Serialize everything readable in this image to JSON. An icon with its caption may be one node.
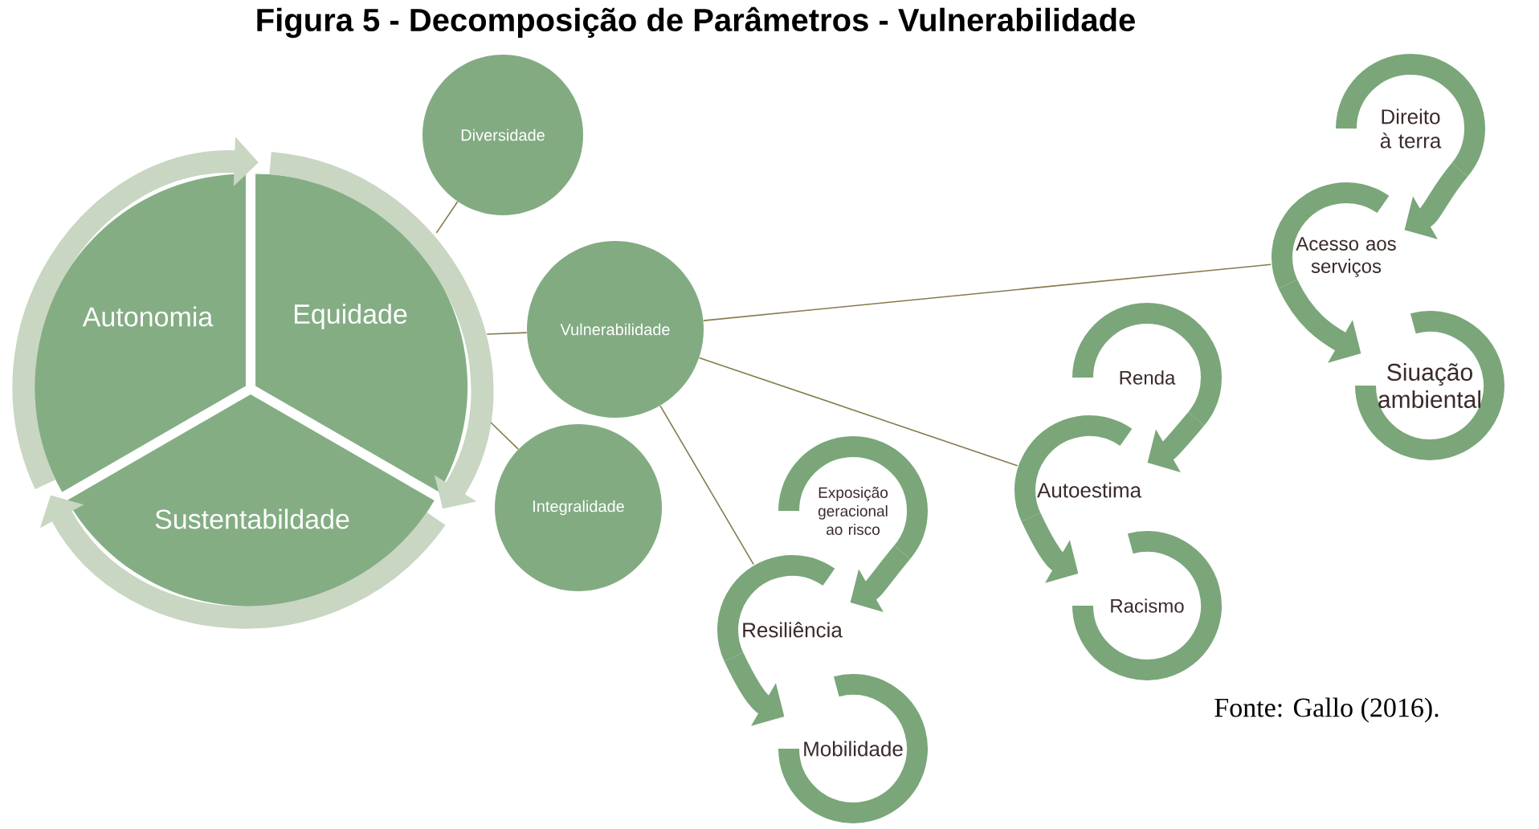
{
  "diagram": {
    "title": "Figura 5 - Decomposição de Parâmetros - Vulnerabilidade",
    "caption": "Fonte: Gallo (2016).",
    "nodes": [
      {
        "text": [
          "Autonomia"
        ]
      },
      {
        "text": [
          "Equidade"
        ]
      },
      {
        "text": [
          "Sustentabildade"
        ]
      },
      {
        "text": [
          "Diversidade"
        ]
      },
      {
        "text": [
          "Vulnerabilidade"
        ]
      },
      {
        "text": [
          "Integralidade"
        ]
      },
      {
        "text": [
          "Direito à terra"
        ]
      },
      {
        "text": [
          "Acesso aos serviços"
        ]
      },
      {
        "text": [
          "Siuação ambiental"
        ]
      },
      {
        "text": [
          "Renda"
        ]
      },
      {
        "text": [
          "Autoestima"
        ]
      },
      {
        "text": [
          "Racismo"
        ]
      },
      {
        "text": [
          "Exposição geracional ao risco"
        ]
      },
      {
        "text": [
          "Resiliência"
        ]
      },
      {
        "text": [
          "Mobilidade"
        ]
      }
    ],
    "edges": [
      {
        "from": 0,
        "to": 1,
        "arrow": "to",
        "color": "#c8d6c2"
      },
      {
        "from": 1,
        "to": 2,
        "arrow": "to",
        "color": "#c8d6c2"
      },
      {
        "from": 2,
        "to": 0,
        "arrow": "to",
        "color": "#c8d6c2"
      },
      {
        "from": 1,
        "to": 3,
        "arrow": "none"
      },
      {
        "from": 1,
        "to": 4,
        "arrow": "none"
      },
      {
        "from": 1,
        "to": 5,
        "arrow": "none"
      },
      {
        "from": 4,
        "to": 7,
        "arrow": "none"
      },
      {
        "from": 4,
        "to": 10,
        "arrow": "none"
      },
      {
        "from": 4,
        "to": 13,
        "arrow": "none"
      },
      {
        "from": 6,
        "to": 7,
        "arrow": "to",
        "color": "#7aa67a"
      },
      {
        "from": 7,
        "to": 8,
        "arrow": "to",
        "color": "#7aa67a"
      },
      {
        "from": 9,
        "to": 10,
        "arrow": "to",
        "color": "#7aa67a"
      },
      {
        "from": 10,
        "to": 11,
        "arrow": "to",
        "color": "#7aa67a"
      },
      {
        "from": 12,
        "to": 13,
        "arrow": "to",
        "color": "#7aa67a"
      },
      {
        "from": 13,
        "to": 14,
        "arrow": "to",
        "color": "#7aa67a"
      }
    ]
  }
}
